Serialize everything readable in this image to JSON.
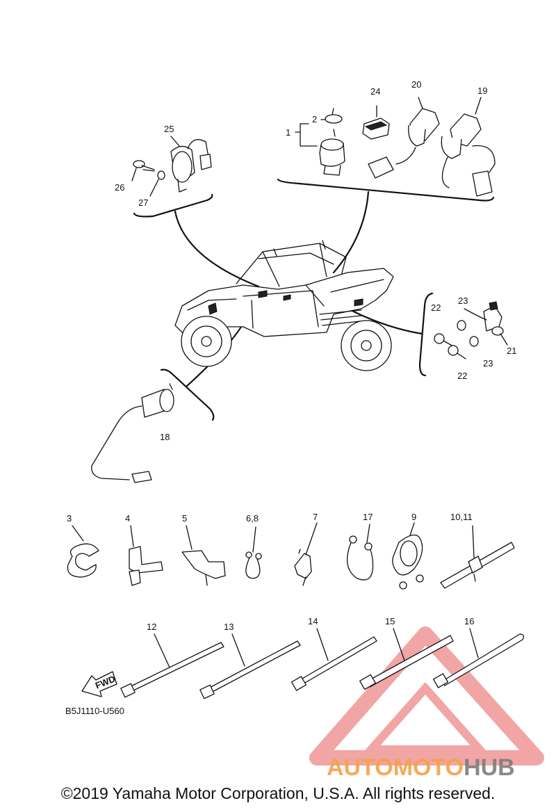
{
  "callouts": {
    "c1": "1",
    "c2": "2",
    "c3": "3",
    "c4": "4",
    "c5": "5",
    "c6_8": "6,8",
    "c7": "7",
    "c9": "9",
    "c10_11": "10,11",
    "c12": "12",
    "c13": "13",
    "c14": "14",
    "c15": "15",
    "c16": "16",
    "c17": "17",
    "c18": "18",
    "c19": "19",
    "c20": "20",
    "c21": "21",
    "c22a": "22",
    "c22b": "22",
    "c23a": "23",
    "c23b": "23",
    "c24": "24",
    "c25": "25",
    "c26": "26",
    "c27": "27"
  },
  "diagram_code": "B5J1110-U560",
  "fwd_arrow_label": "FWD",
  "watermark": {
    "part1": "AUTOMOTO",
    "part2": "HUB",
    "color1": "#f3a24a",
    "color2": "#7d7d7d",
    "triangle_color": "#e85c5c"
  },
  "copyright": "©2019 Yamaha Motor Corporation, U.S.A. All rights reserved."
}
